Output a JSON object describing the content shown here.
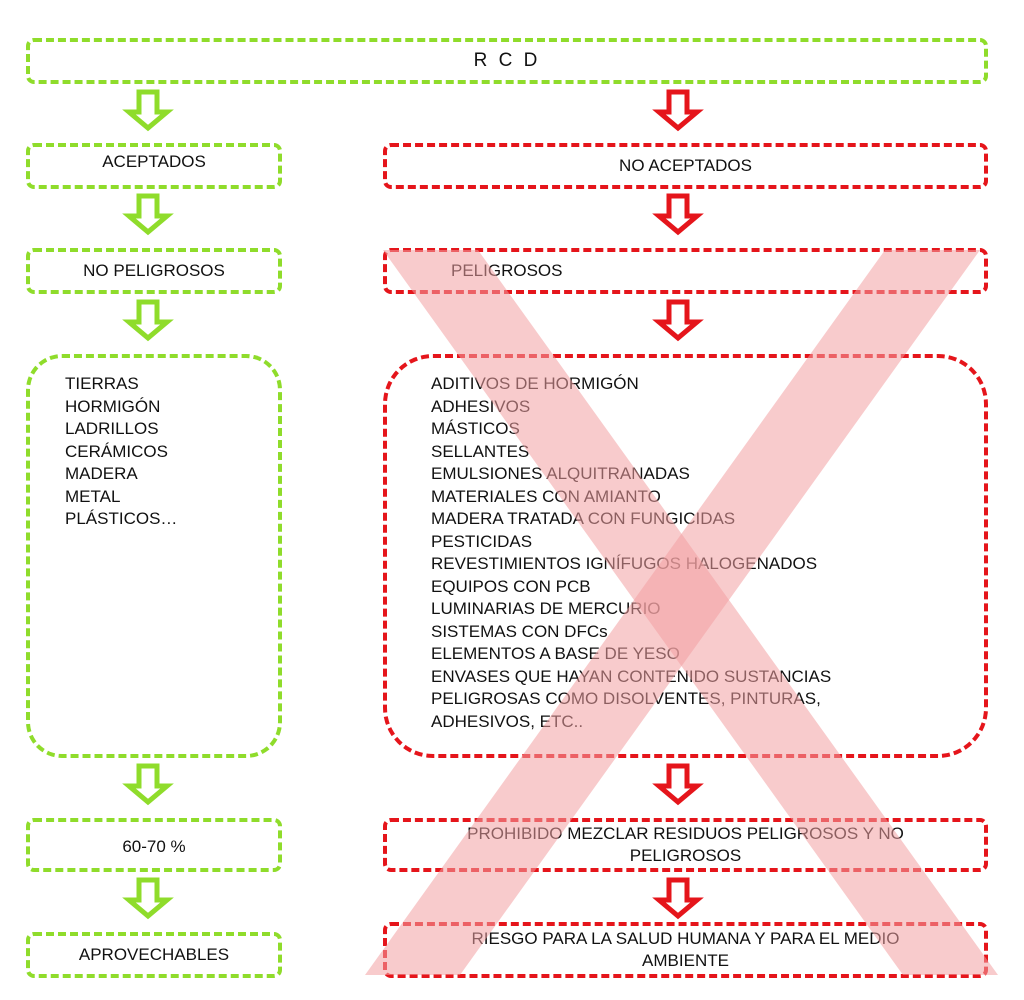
{
  "top": {
    "title": "R C D"
  },
  "left": {
    "accepted": "ACEPTADOS",
    "non_hazardous": "NO PELIGROSOS",
    "materials": [
      "TIERRAS",
      "HORMIGÓN",
      "LADRILLOS",
      "CERÁMICOS",
      "MADERA",
      "METAL",
      "PLÁSTICOS…"
    ],
    "percent": "60-70 %",
    "usable": "APROVECHABLES"
  },
  "right": {
    "not_accepted": "NO ACEPTADOS",
    "hazardous": "PELIGROSOS",
    "materials": [
      "ADITIVOS DE HORMIGÓN",
      "ADHESIVOS",
      "MÁSTICOS",
      "SELLANTES",
      "EMULSIONES ALQUITRANADAS",
      "MATERIALES CON AMIANTO",
      "MADERA TRATADA CON FUNGICIDAS",
      "PESTICIDAS",
      "REVESTIMIENTOS IGNÍFUGOS HALOGENADOS",
      "EQUIPOS CON PCB",
      "LUMINARIAS DE MERCURIO",
      "SISTEMAS CON DFCs",
      "ELEMENTOS A BASE DE YESO",
      "ENVASES  QUE HAYAN CONTENIDO SUSTANCIAS",
      "PELIGROSAS COMO DISOLVENTES, PINTURAS,",
      "ADHESIVOS, ETC.."
    ],
    "prohibited": "PROHIBIDO MEZCLAR RESIDUOS PELIGROSOS Y NO PELIGROSOS",
    "risk": "RIESGO PARA LA SALUD HUMANA Y PARA EL MEDIO AMBIENTE"
  },
  "colors": {
    "green": "#8fdc2b",
    "red": "#e5151b",
    "cross": "#f2a0a3"
  }
}
